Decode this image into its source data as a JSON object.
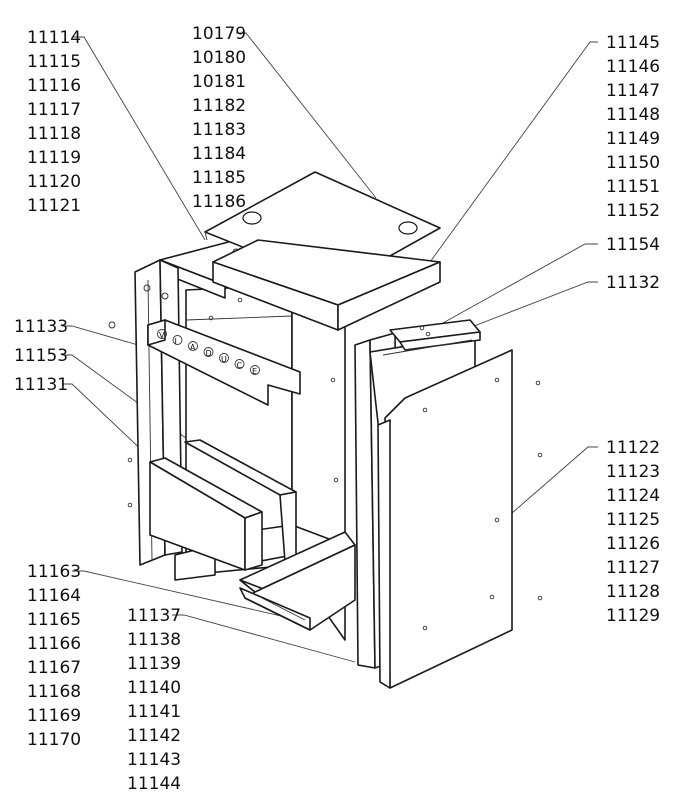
{
  "callouts": [
    {
      "id": "g1",
      "parts": [
        "11114",
        "11115",
        "11116",
        "11117",
        "11118",
        "11119",
        "11120",
        "11121"
      ]
    },
    {
      "id": "g2",
      "parts": [
        "10179",
        "10180",
        "10181",
        "11182",
        "11183",
        "11184",
        "11185",
        "11186"
      ]
    },
    {
      "id": "g3",
      "parts": [
        "11145",
        "11146",
        "11147",
        "11148",
        "11149",
        "11150",
        "11151",
        "11152"
      ]
    },
    {
      "id": "g4",
      "parts": [
        "11154"
      ]
    },
    {
      "id": "g5",
      "parts": [
        "11132"
      ]
    },
    {
      "id": "g6",
      "parts": [
        "11133"
      ]
    },
    {
      "id": "g7",
      "parts": [
        "11153"
      ]
    },
    {
      "id": "g8",
      "parts": [
        "11131"
      ]
    },
    {
      "id": "g9",
      "parts": [
        "11122",
        "11123",
        "11124",
        "11125",
        "11126",
        "11127",
        "11128",
        "11129"
      ]
    },
    {
      "id": "g10",
      "parts": [
        "11163",
        "11164",
        "11165",
        "11166",
        "11167",
        "11168",
        "11169",
        "11170"
      ]
    },
    {
      "id": "g11",
      "parts": [
        "11137",
        "11138",
        "11139",
        "11140",
        "11141",
        "11142",
        "11143",
        "11144"
      ]
    }
  ],
  "panel_letters": [
    "V",
    "I",
    "A",
    "D",
    "U",
    "C",
    "E"
  ],
  "colors": {
    "line": "#1a1a1a",
    "background": "#ffffff",
    "text": "#111111"
  }
}
